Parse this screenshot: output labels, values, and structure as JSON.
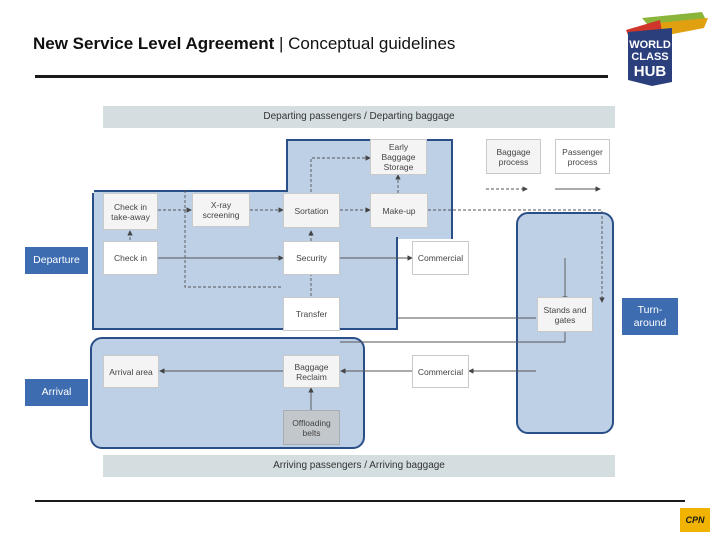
{
  "header": {
    "title_bold": "New Service Level Agreement",
    "title_rest": "| Conceptual guidelines"
  },
  "logo": {
    "line1": "WORLD",
    "line2": "CLASS",
    "line3": "HUB"
  },
  "bands": {
    "top": "Departing passengers / Departing baggage",
    "bottom": "Arriving passengers / Arriving baggage"
  },
  "tags": {
    "departure": "Departure",
    "arrival": "Arrival",
    "turnaround": "Turn-around"
  },
  "boxes": {
    "early_baggage_storage": "Early Baggage Storage",
    "baggage_process": "Baggage process",
    "passenger_process": "Passenger process",
    "checkin_takeaway": "Check in take-away",
    "xray_screening": "X-ray screening",
    "sortation": "Sortation",
    "make_up": "Make-up",
    "check_in": "Check in",
    "security": "Security",
    "commercial_top": "Commercial",
    "transfer": "Transfer",
    "stands_gates": "Stands and gates",
    "arrival_area": "Arrival area",
    "baggage_reclaim": "Baggage Reclaim",
    "commercial_bottom": "Commercial",
    "offloading_belts": "Offloading belts"
  },
  "footer": {
    "brand": "CPN"
  },
  "colors": {
    "region_fill": "#bdd0e6",
    "region_border": "#2a4e88",
    "tag_fill": "#3d6cb0",
    "band_fill": "#d4dee0"
  }
}
